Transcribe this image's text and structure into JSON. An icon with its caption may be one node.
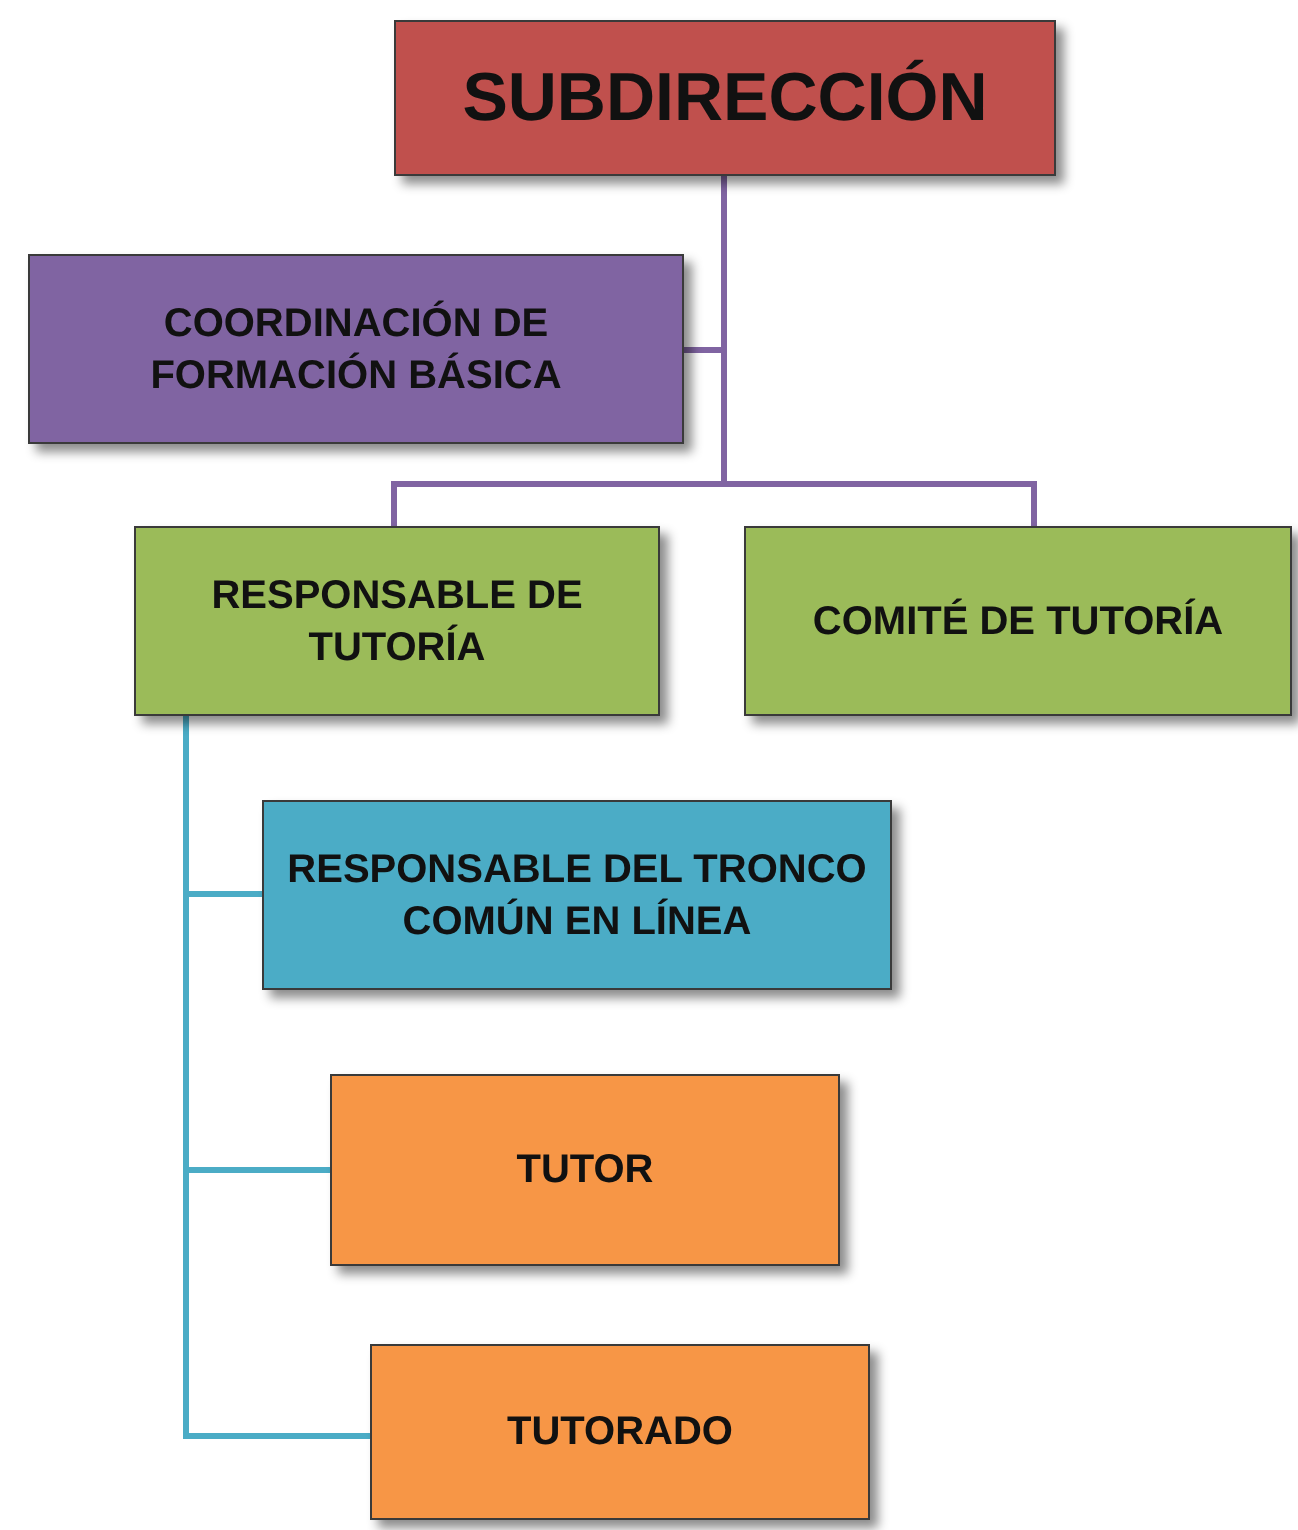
{
  "diagram": {
    "nodes": [
      {
        "text": [
          "SUBDIRECCIÓN"
        ]
      },
      {
        "text": [
          "COORDINACIÓN DE FORMACIÓN BÁSICA"
        ]
      },
      {
        "text": [
          "RESPONSABLE DE TUTORÍA"
        ]
      },
      {
        "text": [
          "COMITÉ DE TUTORÍA"
        ]
      },
      {
        "text": [
          "RESPONSABLE DEL TRONCO COMÚN EN LÍNEA"
        ]
      },
      {
        "text": [
          "TUTOR"
        ]
      },
      {
        "text": [
          "TUTORADO"
        ]
      }
    ],
    "edges": [
      {
        "from": 0,
        "to": 1,
        "arrow": "none"
      },
      {
        "from": 0,
        "to": 2,
        "arrow": "none"
      },
      {
        "from": 0,
        "to": 3,
        "arrow": "none"
      },
      {
        "from": 2,
        "to": 4,
        "arrow": "none",
        "color": "#4bacc6"
      },
      {
        "from": 2,
        "to": 5,
        "arrow": "none",
        "color": "#4bacc6"
      },
      {
        "from": 2,
        "to": 6,
        "arrow": "none",
        "color": "#4bacc6"
      }
    ]
  }
}
